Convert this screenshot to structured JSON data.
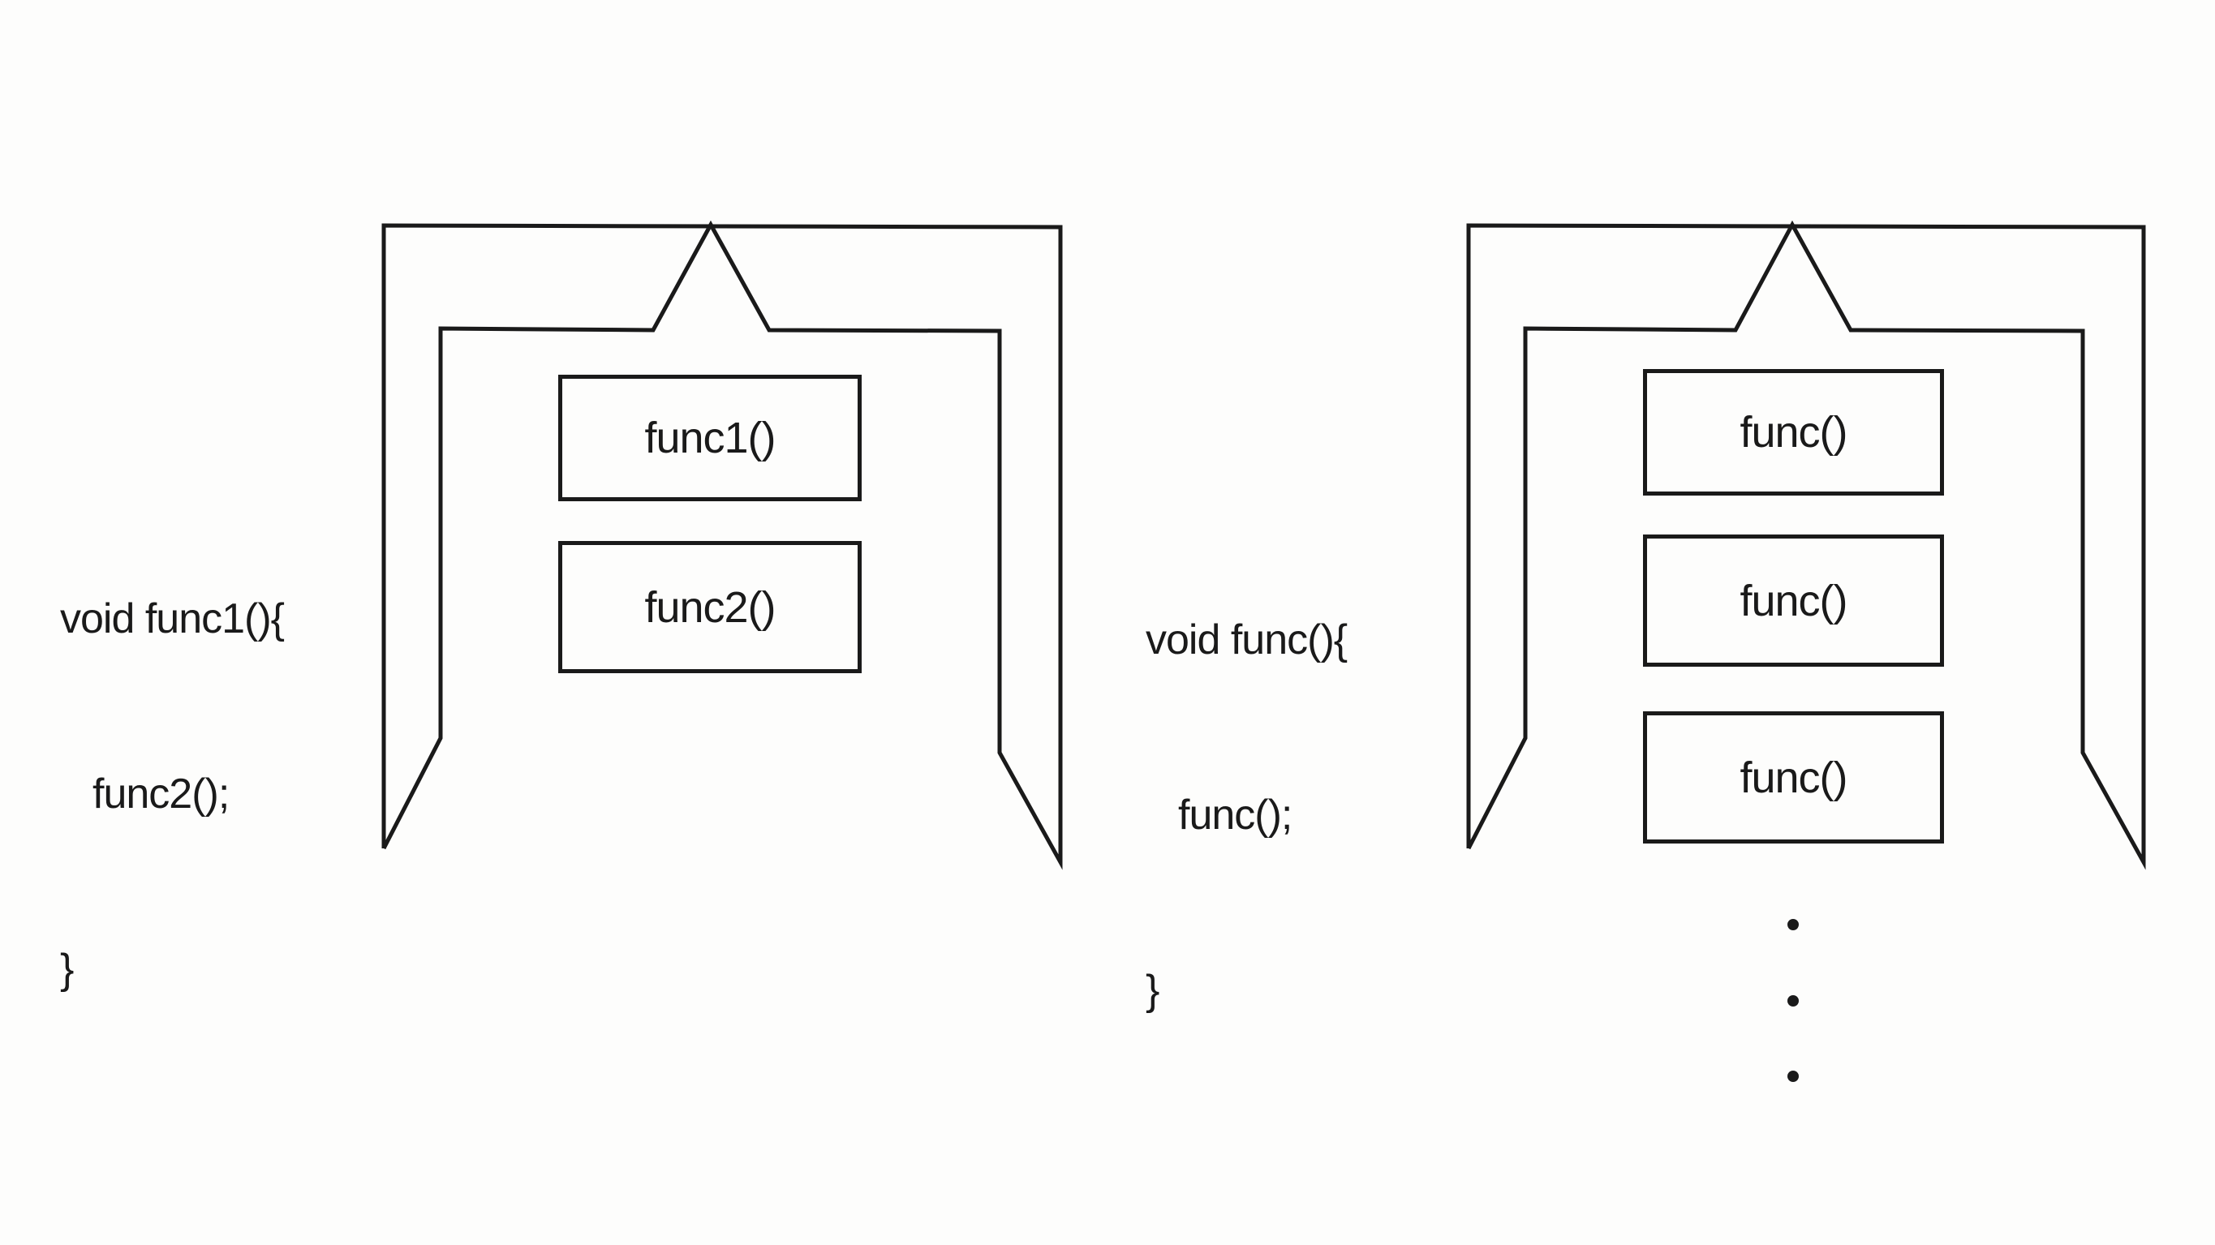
{
  "left_example": {
    "code": {
      "line1": "void func1(){",
      "line2": "func2();",
      "line3": "}"
    },
    "frames": [
      "func1()",
      "func2()"
    ]
  },
  "right_example": {
    "code": {
      "line1": "void func(){",
      "line2": "func();",
      "line3": "}"
    },
    "frames": [
      "func()",
      "func()",
      "func()"
    ],
    "continuation": "⋮"
  }
}
